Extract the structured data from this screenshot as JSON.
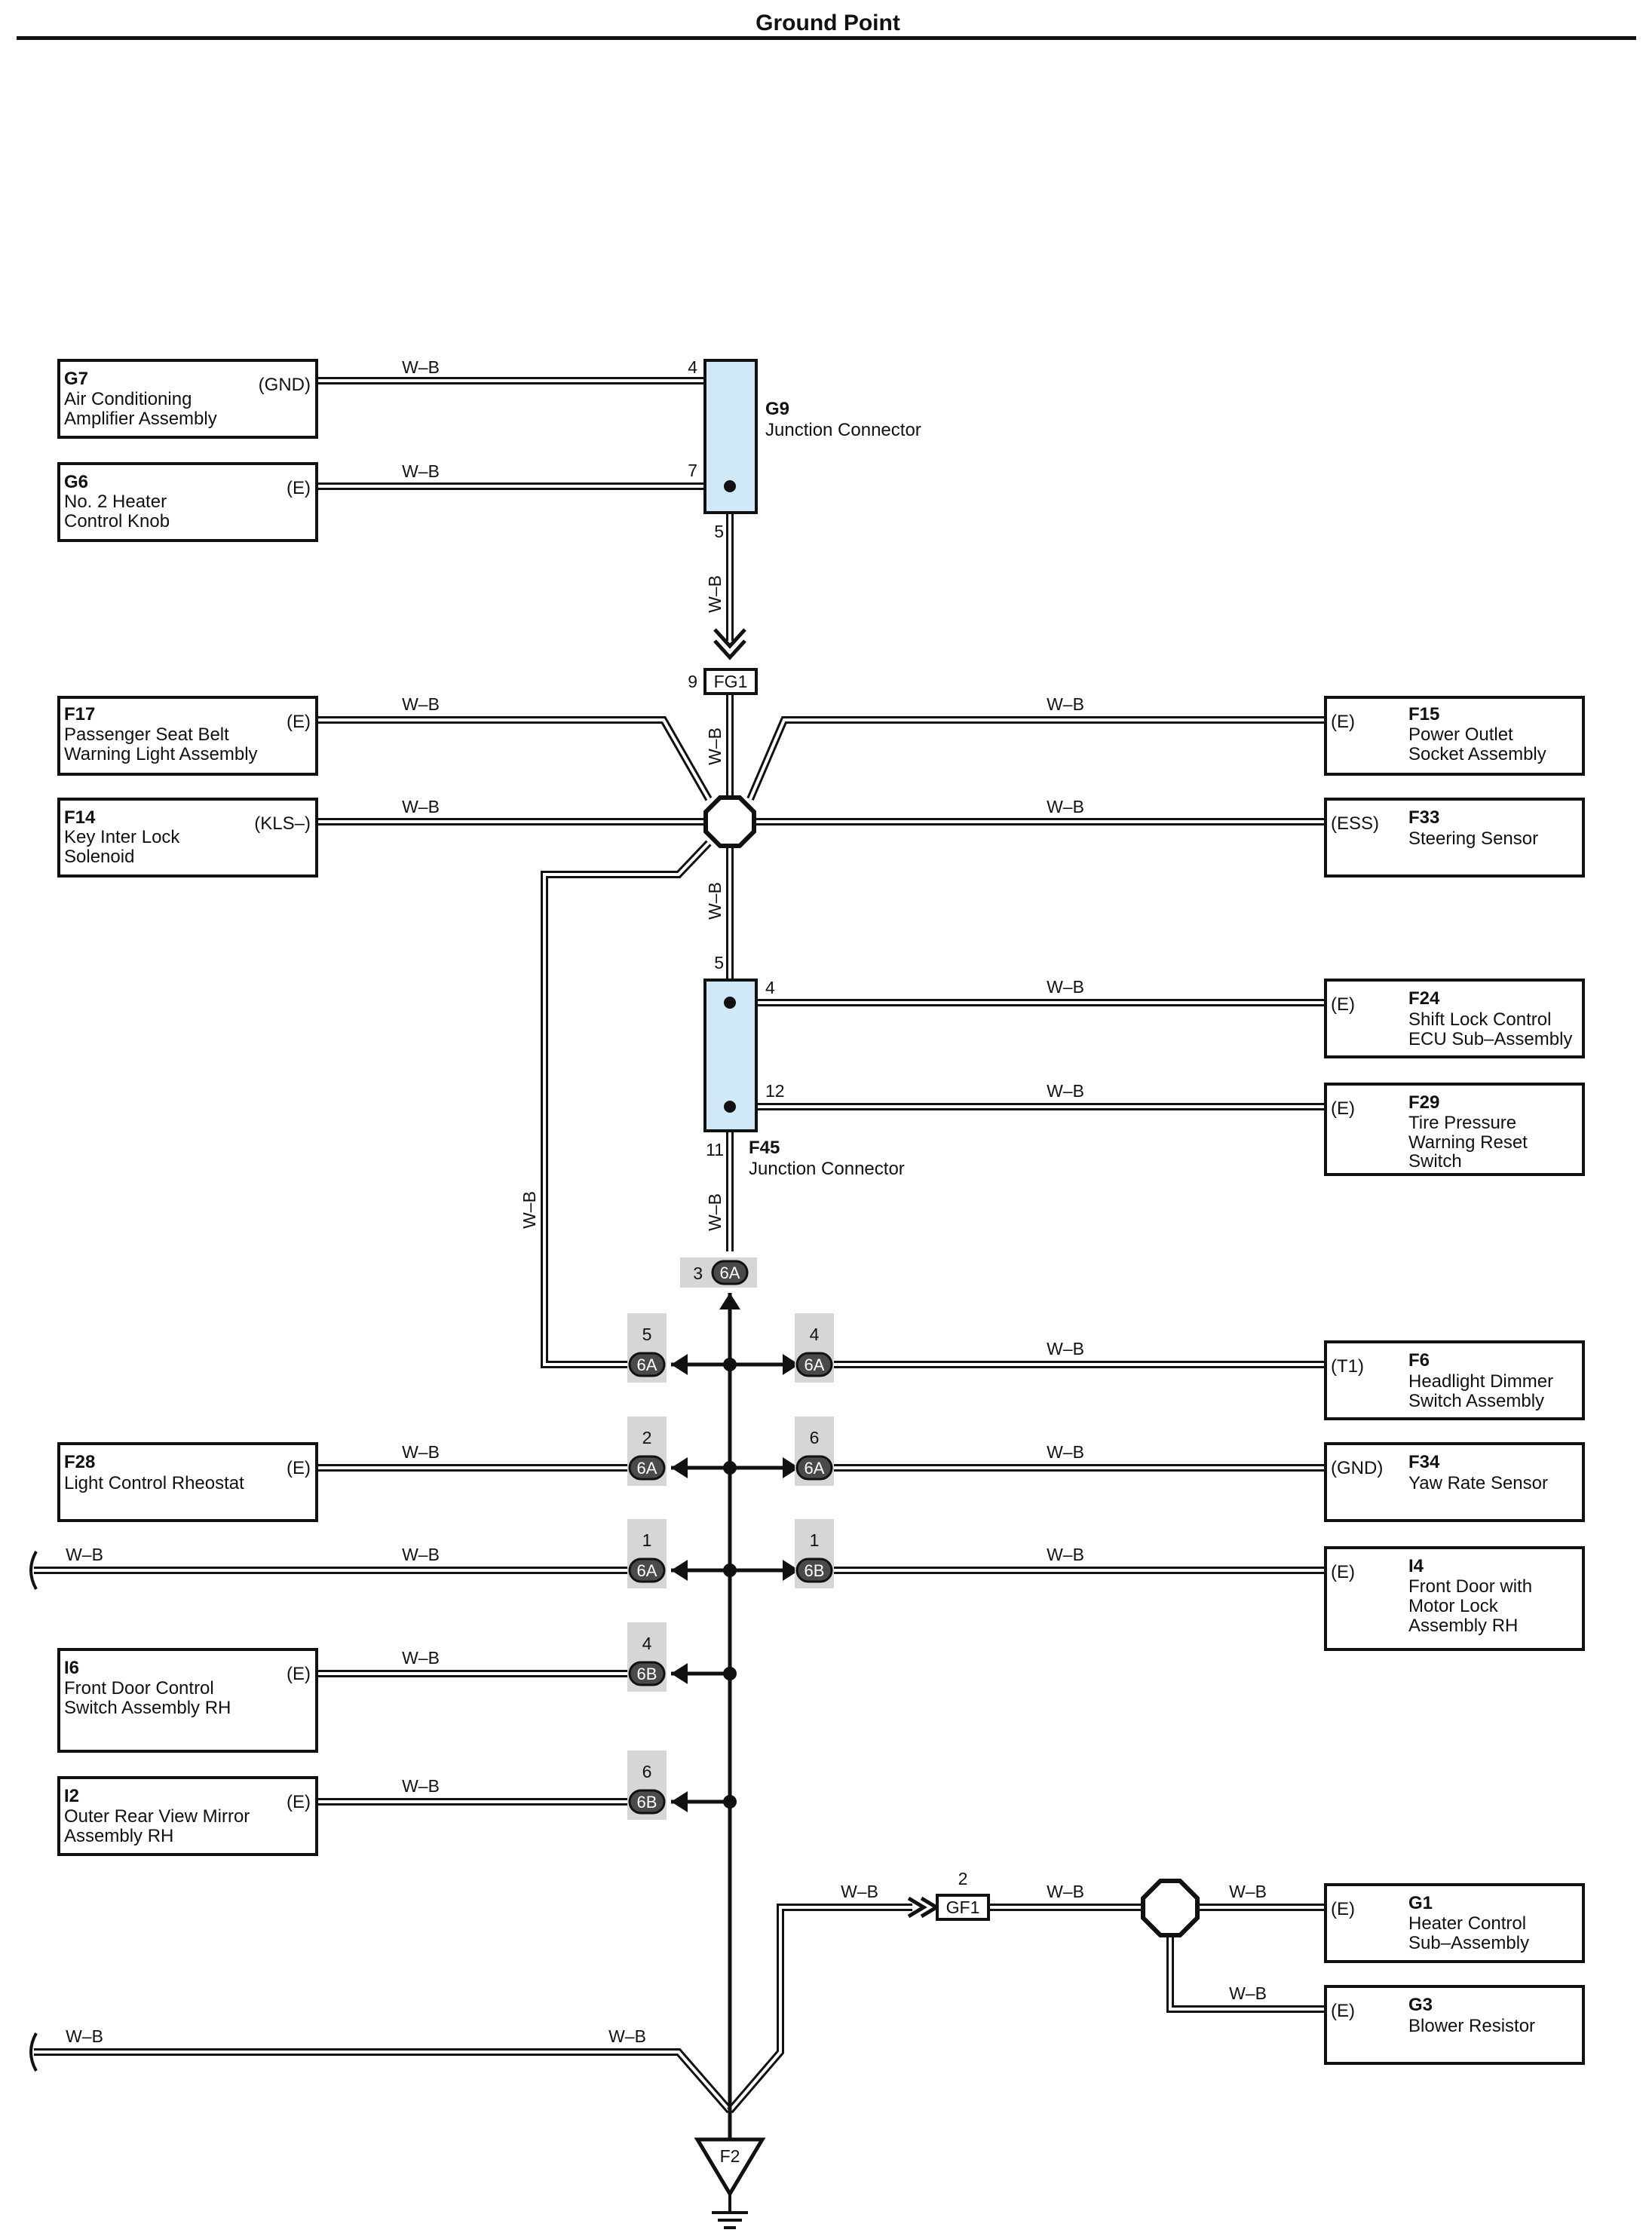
{
  "title": "Ground Point",
  "wire_color": "W–B",
  "components": {
    "G7": {
      "code": "G7",
      "name1": "Air Conditioning",
      "name2": "Amplifier Assembly",
      "name3": "",
      "terminal": "(GND)"
    },
    "G6": {
      "code": "G6",
      "name1": "No. 2 Heater",
      "name2": "Control Knob",
      "name3": "",
      "terminal": "(E)"
    },
    "F17": {
      "code": "F17",
      "name1": "Passenger Seat Belt",
      "name2": "Warning Light Assembly",
      "name3": "",
      "terminal": "(E)"
    },
    "F14": {
      "code": "F14",
      "name1": "Key Inter Lock",
      "name2": "Solenoid",
      "name3": "",
      "terminal": "(KLS–)"
    },
    "F15": {
      "code": "F15",
      "name1": "Power Outlet",
      "name2": "Socket Assembly",
      "name3": "",
      "terminal": "(E)"
    },
    "F33": {
      "code": "F33",
      "name1": "Steering Sensor",
      "name2": "",
      "name3": "",
      "terminal": "(ESS)"
    },
    "F24": {
      "code": "F24",
      "name1": "Shift Lock Control",
      "name2": "ECU Sub–Assembly",
      "name3": "",
      "terminal": "(E)"
    },
    "F29": {
      "code": "F29",
      "name1": "Tire Pressure",
      "name2": "Warning Reset",
      "name3": "Switch",
      "terminal": "(E)"
    },
    "F6": {
      "code": "F6",
      "name1": "Headlight Dimmer",
      "name2": "Switch Assembly",
      "name3": "",
      "terminal": "(T1)"
    },
    "F28": {
      "code": "F28",
      "name1": "Light Control Rheostat",
      "name2": "",
      "name3": "",
      "terminal": "(E)"
    },
    "F34": {
      "code": "F34",
      "name1": "Yaw Rate Sensor",
      "name2": "",
      "name3": "",
      "terminal": "(GND)"
    },
    "I4": {
      "code": "I4",
      "name1": "Front Door with",
      "name2": "Motor Lock",
      "name3": "Assembly RH",
      "terminal": "(E)"
    },
    "I6": {
      "code": "I6",
      "name1": "Front Door Control",
      "name2": "Switch Assembly RH",
      "name3": "",
      "terminal": "(E)"
    },
    "I2": {
      "code": "I2",
      "name1": "Outer Rear View Mirror",
      "name2": "Assembly RH",
      "name3": "",
      "terminal": "(E)"
    },
    "G1": {
      "code": "G1",
      "name1": "Heater Control",
      "name2": "Sub–Assembly",
      "name3": "",
      "terminal": "(E)"
    },
    "G3": {
      "code": "G3",
      "name1": "Blower Resistor",
      "name2": "",
      "name3": "",
      "terminal": "(E)"
    }
  },
  "junctions": {
    "G9": {
      "code": "G9",
      "name": "Junction Connector",
      "pin_a": "4",
      "pin_b": "7",
      "pin_out": "5"
    },
    "F45": {
      "code": "F45",
      "name": "Junction Connector",
      "pin_in": "5",
      "pin_a": "4",
      "pin_b": "12",
      "pin_out": "11"
    }
  },
  "connectors": {
    "FG1": {
      "code": "FG1",
      "pin": "9"
    },
    "GF1": {
      "code": "GF1",
      "pin": "2"
    },
    "top6A": {
      "code": "6A",
      "pin": "3"
    },
    "r1l": {
      "code": "6A",
      "pin": "5"
    },
    "r1r": {
      "code": "6A",
      "pin": "4"
    },
    "r2l": {
      "code": "6A",
      "pin": "2"
    },
    "r2r": {
      "code": "6A",
      "pin": "6"
    },
    "r3l": {
      "code": "6A",
      "pin": "1"
    },
    "r3r": {
      "code": "6B",
      "pin": "1"
    },
    "r4l": {
      "code": "6B",
      "pin": "4"
    },
    "r5l": {
      "code": "6B",
      "pin": "6"
    }
  },
  "ground": {
    "code": "F2"
  }
}
